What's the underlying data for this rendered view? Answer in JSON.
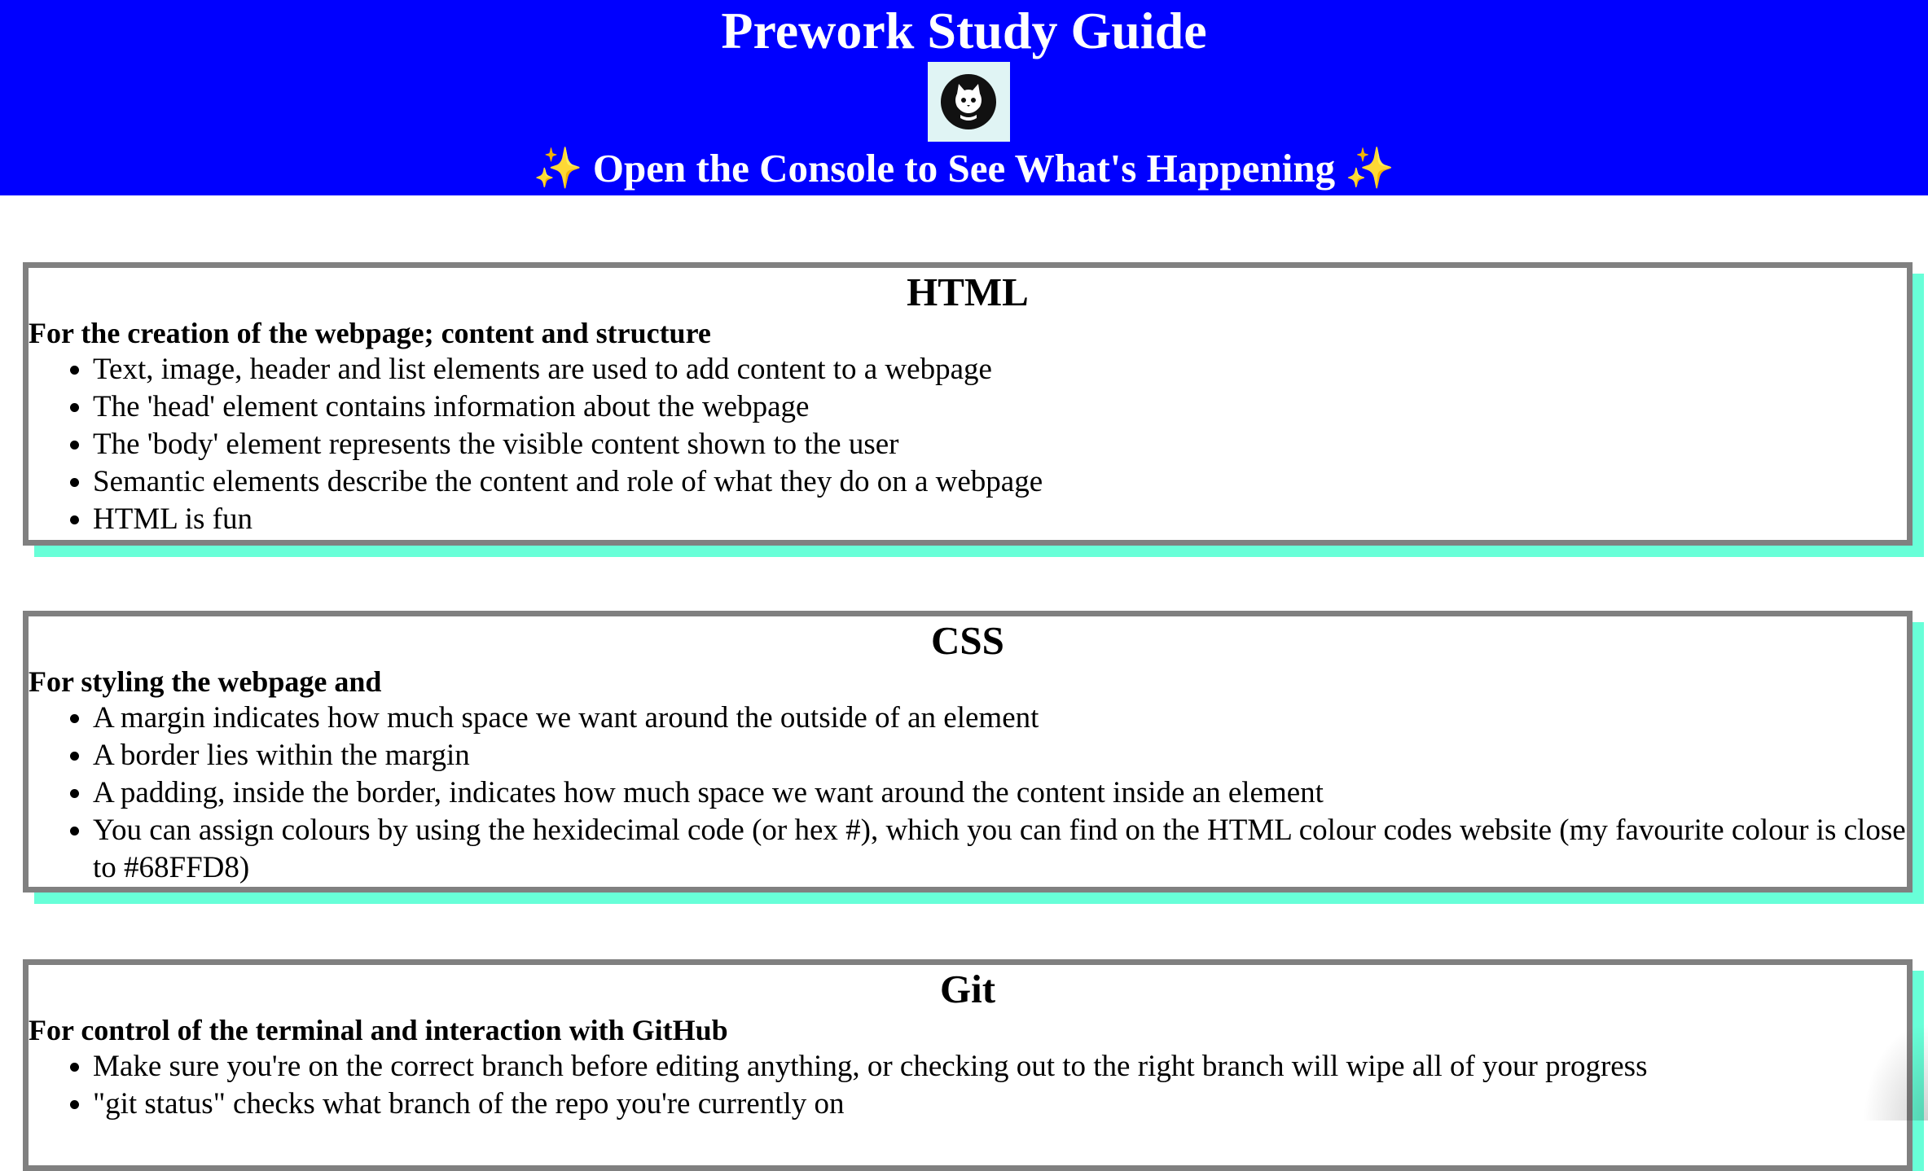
{
  "header": {
    "title": "Prework Study Guide",
    "logo_icon": "cat-logo-icon",
    "subtitle": "Open the Console to See What's Happening",
    "sparkle": "✨"
  },
  "colors": {
    "header_bg": "#0000FF",
    "card_border": "#808080",
    "card_shadow": "#68FFD8"
  },
  "sections": [
    {
      "title": "HTML",
      "subtitle": "For the creation of the webpage; content and structure",
      "items": [
        "Text, image, header and list elements are used to add content to a webpage",
        "The 'head' element contains information about the webpage",
        "The 'body' element represents the visible content shown to the user",
        "Semantic elements describe the content and role of what they do on a webpage",
        "HTML is fun"
      ]
    },
    {
      "title": "CSS",
      "subtitle": "For styling the webpage and",
      "items": [
        "A margin indicates how much space we want around the outside of an element",
        "A border lies within the margin",
        "A padding, inside the border, indicates how much space we want around the content inside an element",
        "You can assign colours by using the hexidecimal code (or hex #), which you can find on the HTML colour codes website (my favourite colour is close to #68FFD8)"
      ]
    },
    {
      "title": "Git",
      "subtitle": "For control of the terminal and interaction with GitHub",
      "items": [
        "Make sure you're on the correct branch before editing anything, or checking out to the right branch will wipe all of your progress",
        "\"git status\" checks what branch of the repo you're currently on"
      ]
    }
  ]
}
